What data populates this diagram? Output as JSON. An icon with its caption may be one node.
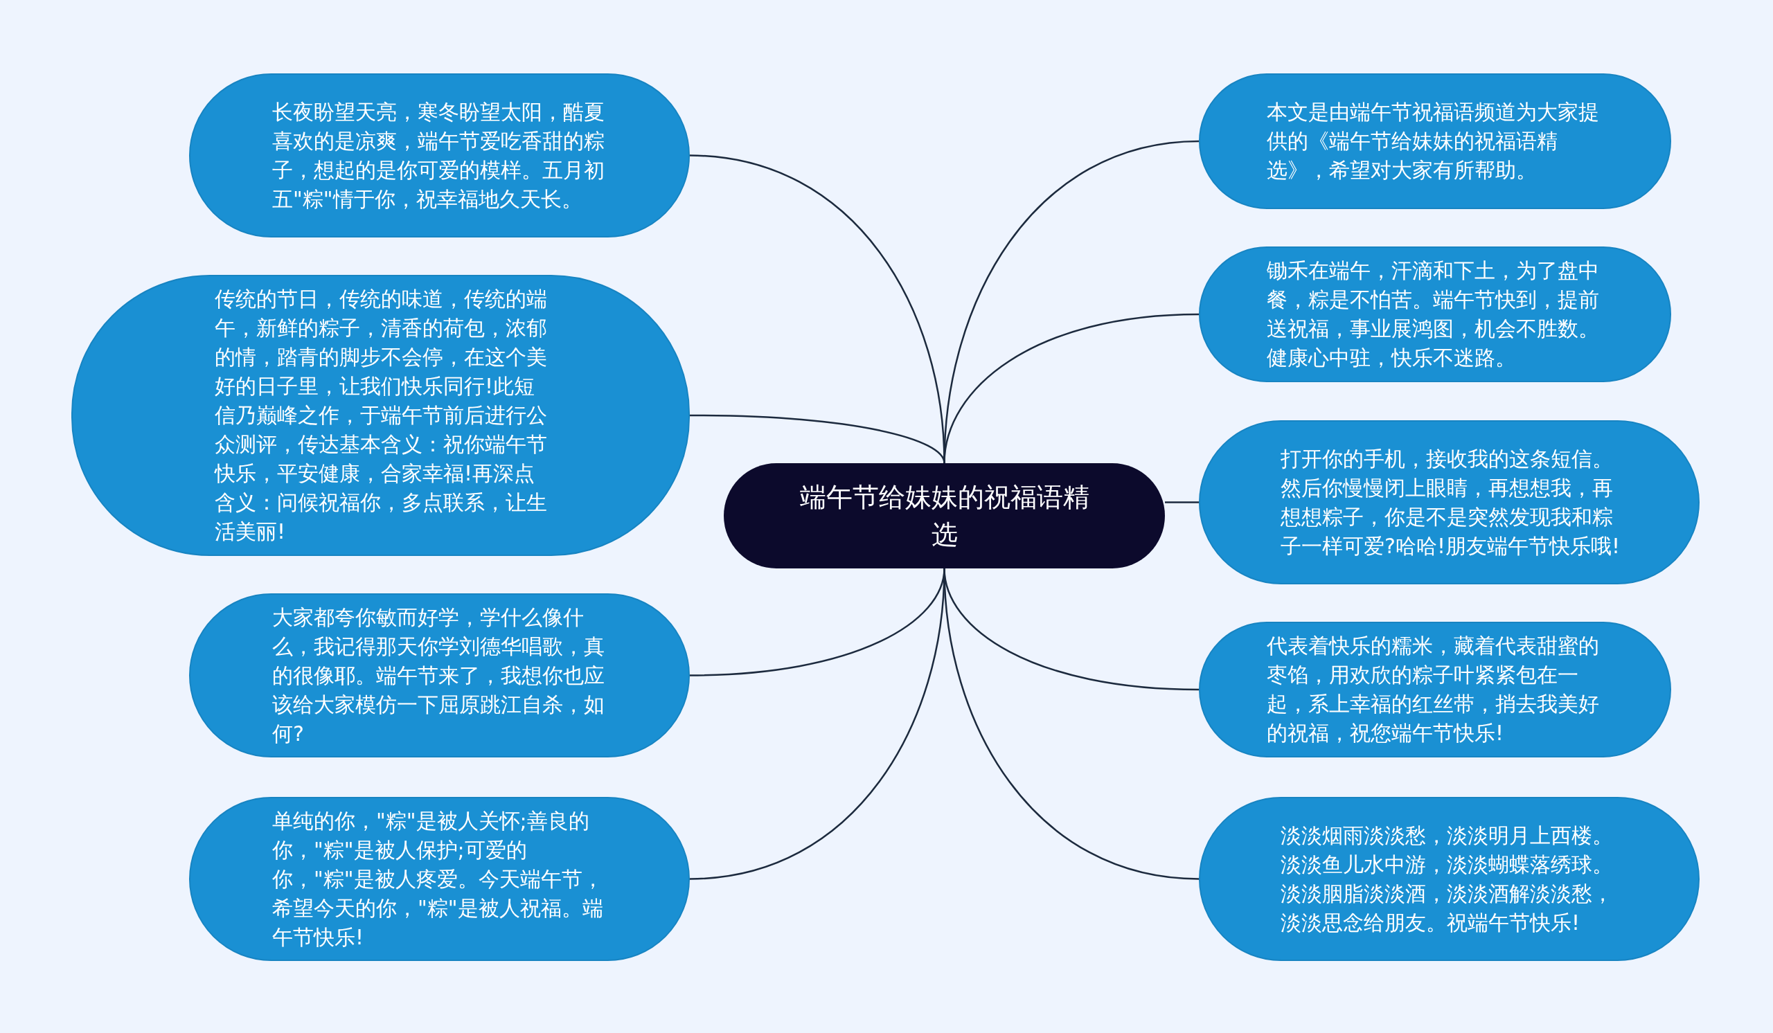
{
  "diagram": {
    "nodes": [
      {
        "text": [
          "端午节给妹妹的祝福语精选"
        ]
      },
      {
        "text": [
          "长夜盼望天亮，寒冬盼望太阳，酷夏喜欢的是凉爽，端午节爱吃香甜的粽子，想起的是你可爱的模样。五月初五\"粽\"情于你，祝幸福地久天长。"
        ]
      },
      {
        "text": [
          "传统的节日，传统的味道，传统的端午，新鲜的粽子，清香的荷包，浓郁的情，踏青的脚步不会停，在这个美好的日子里，让我们快乐同行!此短信乃巅峰之作，于端午节前后进行公众测评，传达基本含义：祝你端午节快乐，平安健康，合家幸福!再深点含义：问候祝福你，多点联系，让生活美丽!"
        ]
      },
      {
        "text": [
          "大家都夸你敏而好学，学什么像什么，我记得那天你学刘德华唱歌，真的很像耶。端午节来了，我想你也应该给大家模仿一下屈原跳江自杀，如何?"
        ]
      },
      {
        "text": [
          "单纯的你，\"粽\"是被人关怀;善良的你，\"粽\"是被人保护;可爱的你，\"粽\"是被人疼爱。今天端午节，希望今天的你，\"粽\"是被人祝福。端午节快乐!"
        ]
      },
      {
        "text": [
          "本文是由端午节祝福语频道为大家提供的《端午节给妹妹的祝福语精选》，希望对大家有所帮助。"
        ]
      },
      {
        "text": [
          "锄禾在端午，汗滴和下土，为了盘中餐，粽是不怕苦。端午节快到，提前送祝福，事业展鸿图，机会不胜数。健康心中驻，快乐不迷路。"
        ]
      },
      {
        "text": [
          "打开你的手机，接收我的这条短信。然后你慢慢闭上眼睛，再想想我，再想想粽子，你是不是突然发现我和粽子一样可爱?哈哈!朋友端午节快乐哦!"
        ]
      },
      {
        "text": [
          "代表着快乐的糯米，藏着代表甜蜜的枣馅，用欢欣的粽子叶紧紧包在一起，系上幸福的红丝带，捎去我美好的祝福，祝您端午节快乐!"
        ]
      },
      {
        "text": [
          "淡淡烟雨淡淡愁，淡淡明月上西楼。淡淡鱼儿水中游，淡淡蝴蝶落绣球。淡淡胭脂淡淡酒，淡淡酒解淡淡愁，淡淡思念给朋友。祝端午节快乐!"
        ]
      }
    ],
    "edges": [
      {
        "from": 0,
        "to": 1,
        "arrow": "none"
      },
      {
        "from": 0,
        "to": 2,
        "arrow": "none"
      },
      {
        "from": 0,
        "to": 3,
        "arrow": "none"
      },
      {
        "from": 0,
        "to": 4,
        "arrow": "none"
      },
      {
        "from": 0,
        "to": 5,
        "arrow": "none"
      },
      {
        "from": 0,
        "to": 6,
        "arrow": "none"
      },
      {
        "from": 0,
        "to": 7,
        "arrow": "none"
      },
      {
        "from": 0,
        "to": 8,
        "arrow": "none"
      },
      {
        "from": 0,
        "to": 9,
        "arrow": "none"
      }
    ]
  }
}
